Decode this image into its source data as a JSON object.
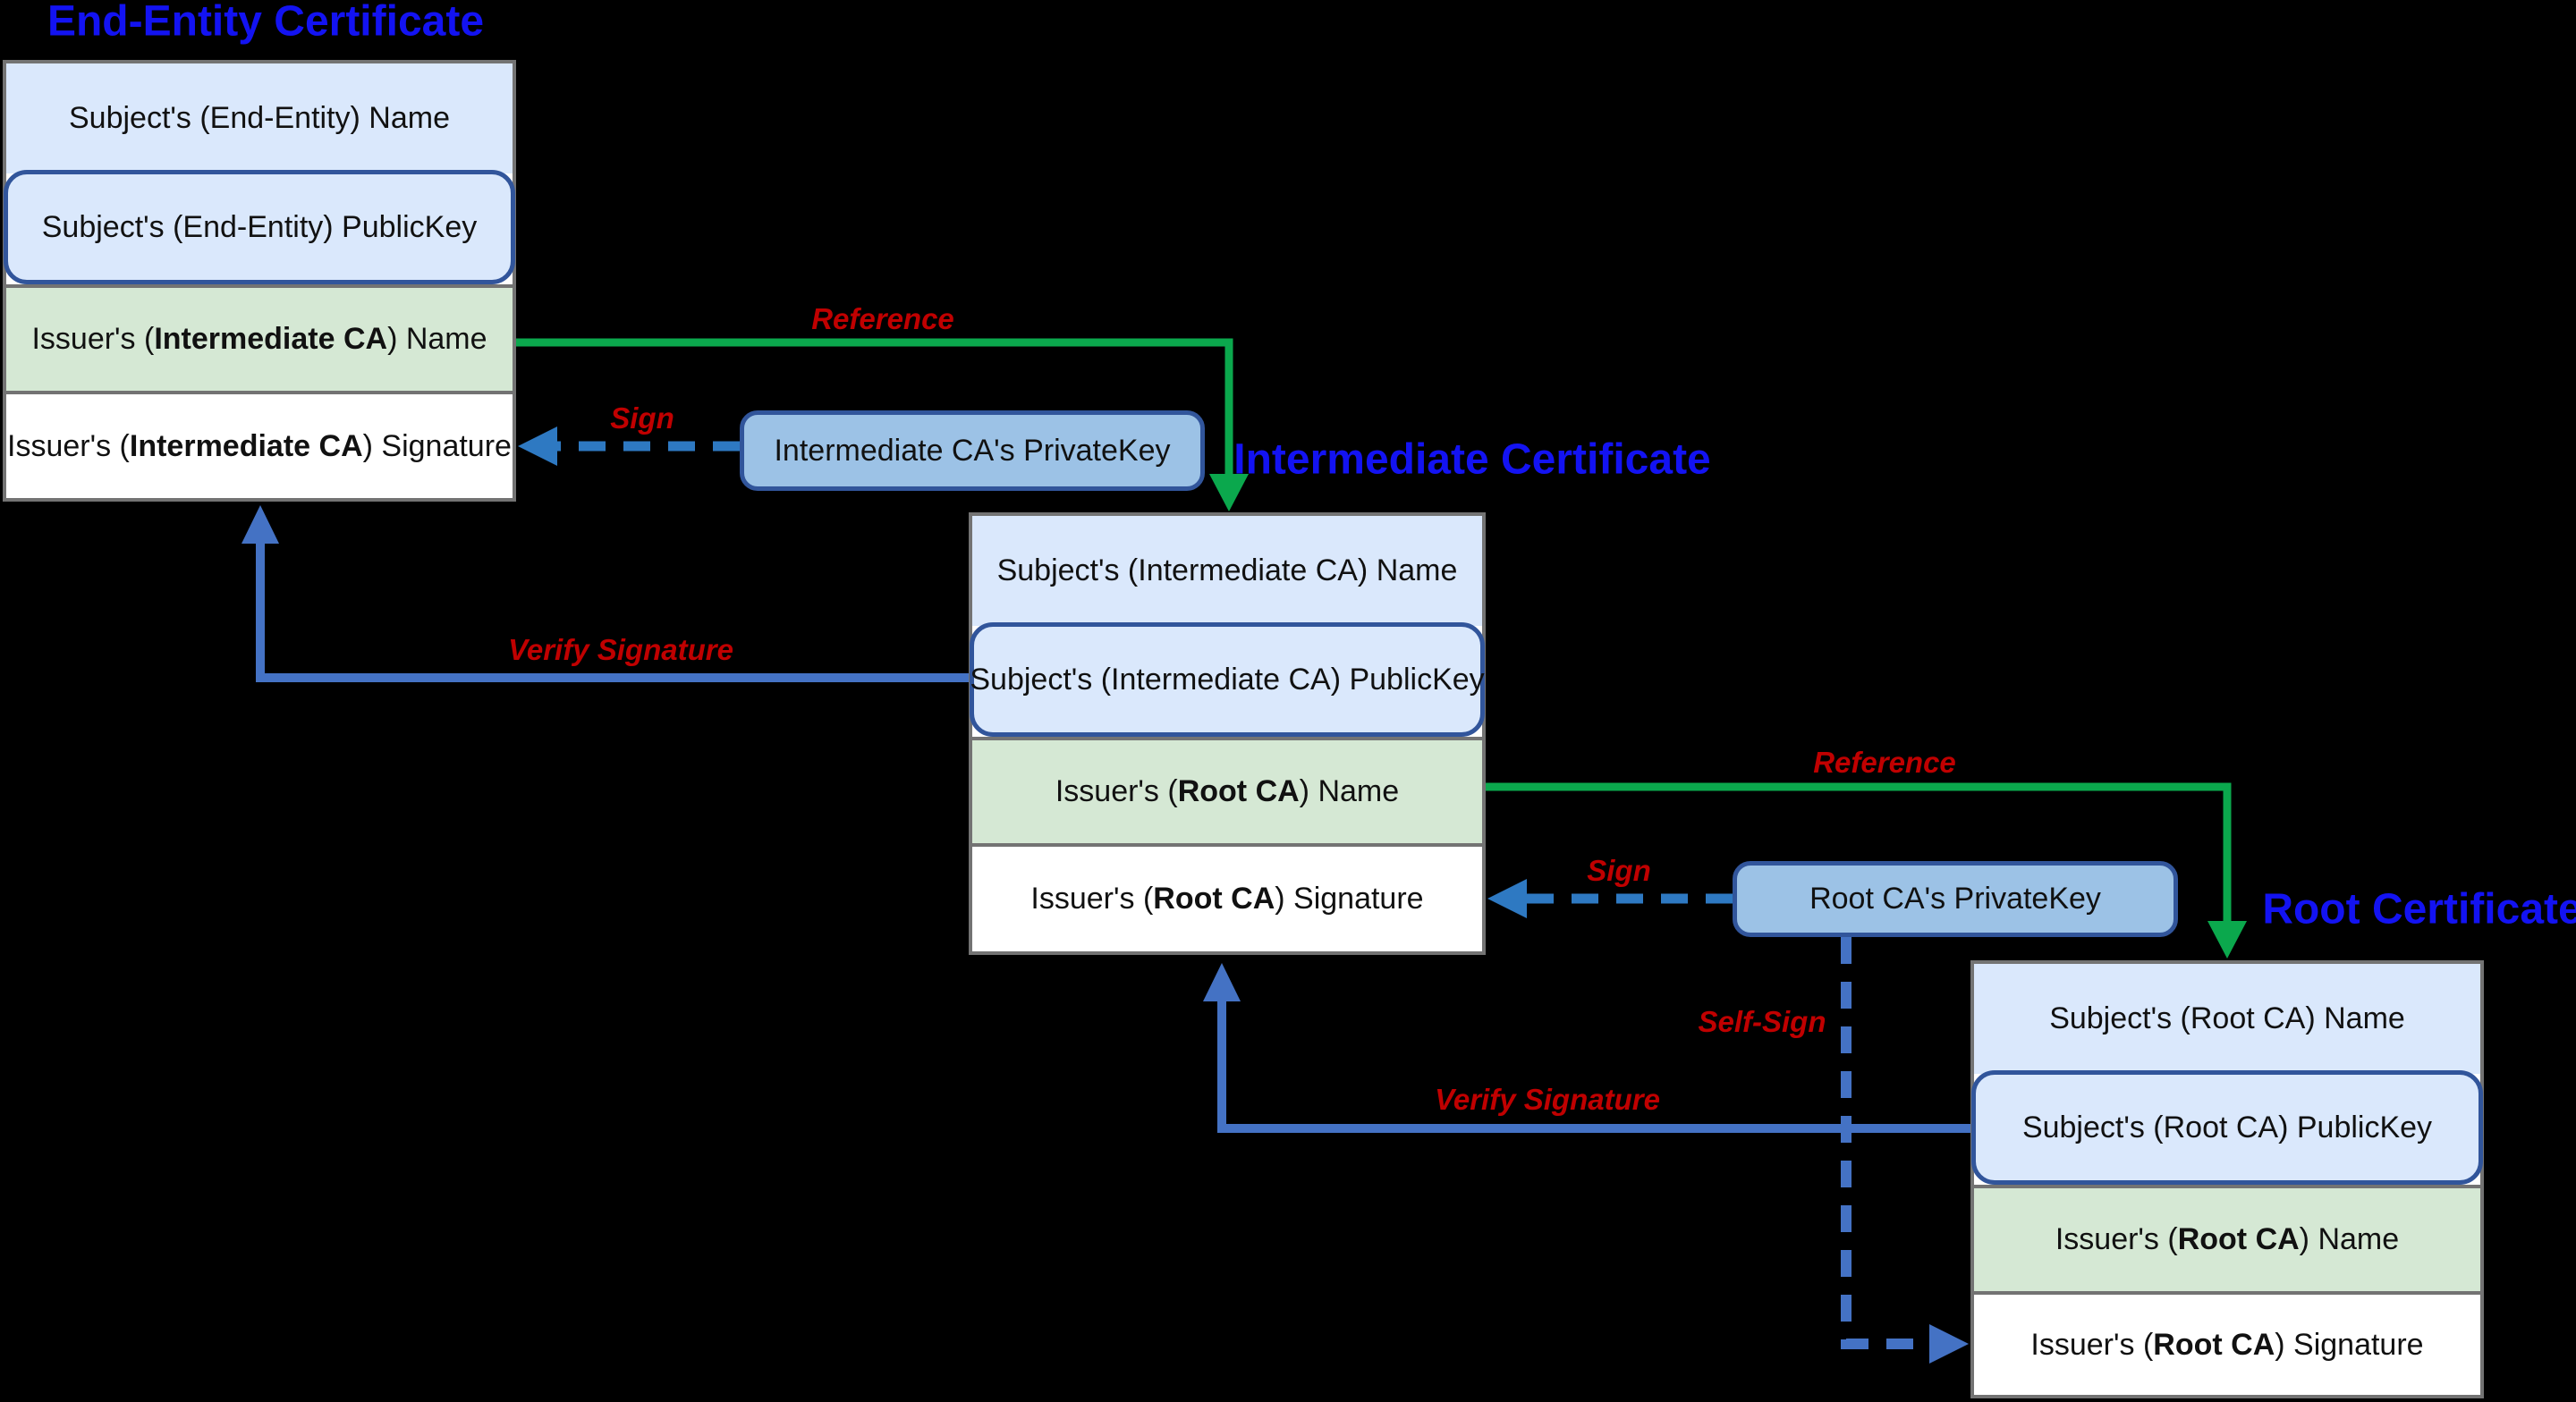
{
  "titles": {
    "end_entity": "End-Entity Certificate",
    "intermediate": "Intermediate Certificate",
    "root": "Root Certificate"
  },
  "certificates": {
    "end_entity": {
      "rows": [
        {
          "pre": "Subject's (End-Entity) Name",
          "bold": "",
          "post": ""
        },
        {
          "pre": "Subject's (End-Entity) PublicKey",
          "bold": "",
          "post": ""
        },
        {
          "pre": "Issuer's (",
          "bold": "Intermediate CA",
          "post": ") Name"
        },
        {
          "pre": "Issuer's (",
          "bold": "Intermediate CA",
          "post": ") Signature"
        }
      ]
    },
    "intermediate": {
      "rows": [
        {
          "pre": "Subject's (Intermediate CA) Name",
          "bold": "",
          "post": ""
        },
        {
          "pre": "Subject's (Intermediate CA) PublicKey",
          "bold": "",
          "post": ""
        },
        {
          "pre": "Issuer's (",
          "bold": "Root CA",
          "post": ") Name"
        },
        {
          "pre": "Issuer's (",
          "bold": "Root CA",
          "post": ") Signature"
        }
      ]
    },
    "root": {
      "rows": [
        {
          "pre": "Subject's (Root CA) Name",
          "bold": "",
          "post": ""
        },
        {
          "pre": "Subject's (Root CA) PublicKey",
          "bold": "",
          "post": ""
        },
        {
          "pre": "Issuer's (",
          "bold": "Root CA",
          "post": ") Name"
        },
        {
          "pre": "Issuer's (",
          "bold": "Root CA",
          "post": ") Signature"
        }
      ]
    }
  },
  "private_keys": {
    "intermediate": "Intermediate CA's PrivateKey",
    "root": "Root CA's PrivateKey"
  },
  "labels": {
    "reference_1": "Reference",
    "sign_1": "Sign",
    "verify_1": "Verify Signature",
    "reference_2": "Reference",
    "sign_2": "Sign",
    "self_sign": "Self-Sign",
    "verify_2": "Verify Signature"
  },
  "colors": {
    "title_blue": "#1313f2",
    "row_blue": "#dae8fc",
    "row_green": "#d5e8d4",
    "row_white": "#ffffff",
    "border_gray": "#737373",
    "navy": "#31559b",
    "key_fill": "#9cc2e6",
    "green_arrow": "#0ba84d",
    "blue_arrow": "#4472c4",
    "dashed_blue": "#2e79c2",
    "label_red": "#c00000"
  }
}
